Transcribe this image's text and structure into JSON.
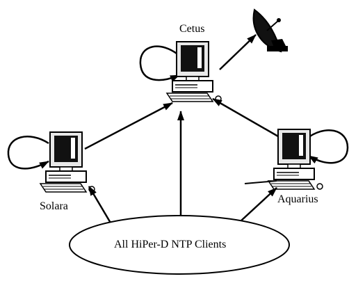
{
  "nodes": {
    "cetus": {
      "label": "Cetus",
      "icon": "computer-icon"
    },
    "solara": {
      "label": "Solara",
      "icon": "computer-icon"
    },
    "aquarius": {
      "label": "Aquarius",
      "icon": "computer-icon"
    },
    "satellite": {
      "icon": "satellite-dish-icon"
    }
  },
  "clients": {
    "label": "All HiPer-D NTP Clients"
  }
}
